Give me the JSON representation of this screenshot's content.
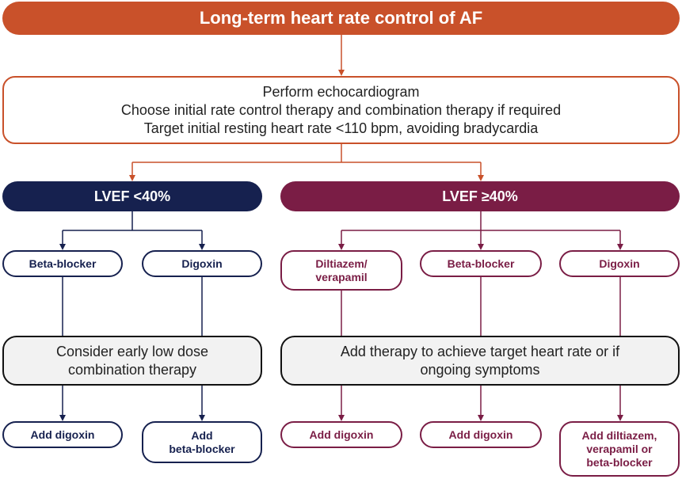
{
  "title": "Long-term heart rate control of AF",
  "step": {
    "line1": "Perform echocardiogram",
    "line2": "Choose initial rate control therapy and combination therapy if required",
    "line3": "Target initial resting heart rate <110 bpm, avoiding bradycardia"
  },
  "left": {
    "label": "LVEF <40%",
    "drug1": "Beta-blocker",
    "drug2": "Digoxin",
    "combo_line1": "Consider early low dose",
    "combo_line2": "combination therapy",
    "out1": "Add digoxin",
    "out2_line1": "Add",
    "out2_line2": "beta-blocker"
  },
  "right": {
    "label": "LVEF ≥40%",
    "drug1_line1": "Diltiazem/",
    "drug1_line2": "verapamil",
    "drug2": "Beta-blocker",
    "drug3": "Digoxin",
    "add_line1": "Add therapy to achieve target heart rate or if",
    "add_line2": "ongoing symptoms",
    "out1": "Add digoxin",
    "out2": "Add digoxin",
    "out3_line1": "Add diltiazem,",
    "out3_line2": "verapamil or",
    "out3_line3": "beta-blocker"
  },
  "colors": {
    "orange": "#C9512A",
    "navy": "#16214F",
    "plum": "#7A1D45"
  }
}
